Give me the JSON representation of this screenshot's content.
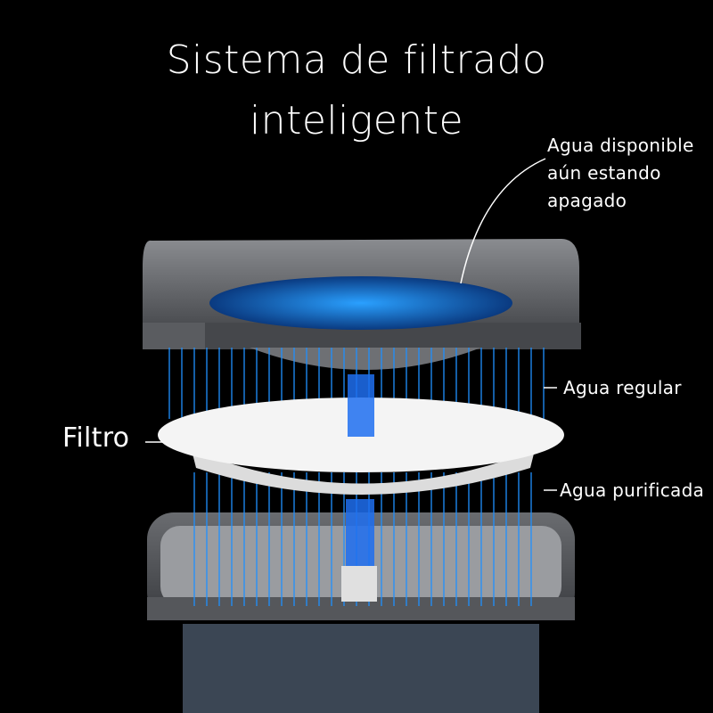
{
  "title": {
    "line1": "Sistema de filtrado",
    "line2": "inteligente"
  },
  "callouts": {
    "available_water": [
      "Agua disponible",
      "aún estando",
      "apagado"
    ],
    "regular_water": "Agua regular",
    "filter": "Filtro",
    "purified_water": "Agua purificada"
  },
  "colors": {
    "background": "#000000",
    "water_blue": "#1e90ff",
    "housing_gray": "#5a5c60",
    "filter_white": "#f2f2f2"
  }
}
